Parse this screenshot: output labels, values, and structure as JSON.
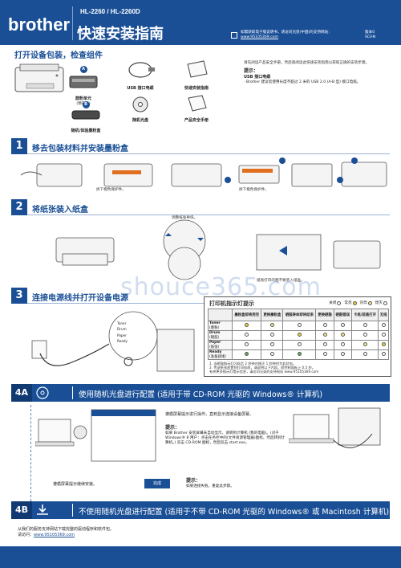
{
  "header": {
    "brand": "brother",
    "model": "HL-2260 / HL-2260D",
    "title": "快速安装指南",
    "info_line1": "如需获取电子版说明书，请访问兄弟(中国)的支持网站：",
    "info_link": "www.95105369.com",
    "version": "版本0",
    "lang": "SCHN"
  },
  "unpack": {
    "title": "打开设备包装，检查组件",
    "items": [
      {
        "label": "鼓粉单元",
        "sub": "(预安装)",
        "badge": "A"
      },
      {
        "label": "USB 接口电缆",
        "sub": ""
      },
      {
        "label": "快速安装指南",
        "sub": ""
      },
      {
        "label": "随机/体验墨粉盒",
        "sub": "",
        "badge": "B"
      },
      {
        "label": "随机光盘",
        "sub": ""
      },
      {
        "label": "产品安全手册",
        "sub": ""
      }
    ],
    "note": "请先阅读产品安全手册，然后再阅读此快速安装指南以获取正确的安装步骤。",
    "tip_label": "提示：",
    "tip_title": "USB 接口电缆",
    "tip_text": "· Brother 建议您使用长度不超过 2 米的 USB 2.0 (A-B 型) 接口电缆。"
  },
  "steps": {
    "s1": {
      "num": "1",
      "title": "移去包装材料并安装墨粉盒",
      "cap1": "拆下橙色保护件。",
      "cap2": "拆下橙色保护件。"
    },
    "s2": {
      "num": "2",
      "title": "将纸张装入纸盒",
      "cap1": "调整纸张导块。",
      "cap2": "纸张打印的面不要装入纸盒。"
    },
    "s3": {
      "num": "3",
      "title": "连接电源线并打开设备电源"
    }
  },
  "led": {
    "title": "打印机指示灯提示",
    "legend": [
      "关闭",
      "常亮",
      "闪烁",
      "熄灭"
    ],
    "columns": [
      "",
      "墨粉盒即将用完",
      "更换墨粉盒",
      "硒鼓寿命即将结束",
      "更换硒鼓",
      "硒鼓错误",
      "卡纸/前盖打开",
      "无纸"
    ],
    "rows": [
      {
        "name": "Toner",
        "sub": "(墨粉)"
      },
      {
        "name": "Drum",
        "sub": "(硒鼓)"
      },
      {
        "name": "Paper",
        "sub": "(纸张)"
      },
      {
        "name": "Ready",
        "sub": "(准备就绪)"
      }
    ],
    "notes": [
      "1. 当硒鼓指示灯闪烁后 2 秒钟内熄灭 1 秒钟时为此状态。",
      "2. 传送纸张放置到打印机前，请说明以下内容，前控制面板上 0.5 秒。",
      "有关更多指示灯提示信息，请访问兄弟的支持网站 www.95105369.com"
    ],
    "led_labels": [
      "Toner",
      "Drum",
      "Paper",
      "Ready"
    ]
  },
  "s4a": {
    "num": "4A",
    "title": "使用随机光盘进行配置 (适用于带 CD-ROM 光驱的 Windows® 计算机)",
    "instr": "遵循屏幕提示进行操作，直到显示连接设备屏幕。",
    "tip_label": "提示：",
    "tip_text": "如果 Brother 安装屏幕未自动显示，请转到计算机 (我的电脑)。(对于 Windows® 8 用户：点击任务栏中的(文件资源管理器)图标，然后转到计算机。) 双击 CD-ROM 图标，然后双击 start.exe。",
    "follow": "遵循屏幕提示继续安装。",
    "finish_label": "完成",
    "tip2_label": "提示：",
    "tip2_text": "如果连接失败，重复此步骤。"
  },
  "s4b": {
    "num": "4B",
    "title": "不使用随机光盘进行配置 (适用于不带 CD-ROM 光驱的 Windows® 或 Macintosh 计算机)",
    "note1": "从我们的服务支持网站下载完整的驱动程序和软件包。",
    "note2_prefix": "请访问：",
    "link": "www.95105369.com"
  },
  "watermark": "shouce365.com"
}
